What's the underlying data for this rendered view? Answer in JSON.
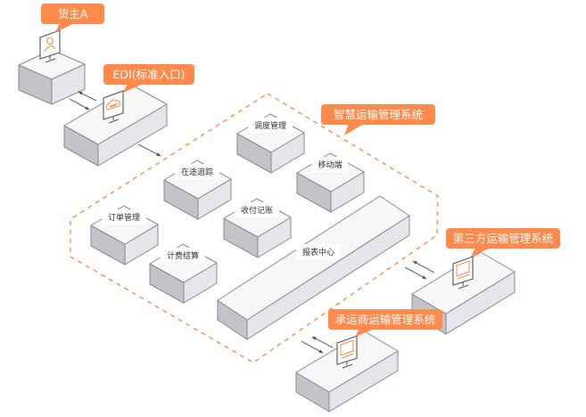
{
  "colors": {
    "accent": "#FF8A4C",
    "box_top": "#F7F7F8",
    "box_left": "#C3C3CA",
    "box_right": "#E6E6EA",
    "stroke": "#8A8A94"
  },
  "callouts": {
    "shipper": "货主A",
    "edi": "EDI(标准入口)",
    "smart_tms": "智慧运输管理系统",
    "third_party_tms": "第三方运输管理系统",
    "carrier_tms": "承运商运输管理系统"
  },
  "modules": [
    {
      "id": "dispatch",
      "label": "调度管理"
    },
    {
      "id": "tracking",
      "label": "在途追踪"
    },
    {
      "id": "mobile",
      "label": "移动端"
    },
    {
      "id": "order",
      "label": "订单管理"
    },
    {
      "id": "payment",
      "label": "收付记账"
    },
    {
      "id": "billing",
      "label": "计费结算"
    },
    {
      "id": "report",
      "label": "报表中心"
    }
  ],
  "icons": {
    "shipper": "user-icon",
    "edi": "cloud-link-icon",
    "third_party": "monitor-icon",
    "carrier": "monitor-icon"
  }
}
